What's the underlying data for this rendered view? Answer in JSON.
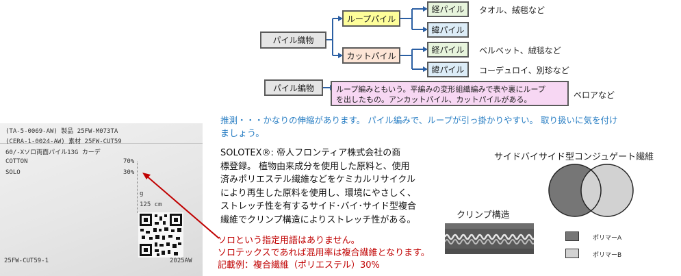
{
  "tree": {
    "root_label": "パイル織物",
    "loop_pile": "ループパイル",
    "cut_pile": "カットパイル",
    "warp_pile_1": "経パイル",
    "weft_pile_1": "緯パイル",
    "warp_pile_2": "経パイル",
    "weft_pile_2": "緯パイル",
    "note_1": "タオル、絨毯など",
    "note_2": "ベルベット、絨毯など",
    "note_3": "コーデュロイ、別珍など"
  },
  "knit": {
    "label": "パイル編物",
    "desc_line1": "ループ編みともいう。平編みの変形組織編みで表や裏にループ",
    "desc_line2": "を出したもの。アンカットパイル、カットパイルがある。",
    "example": "ベロアなど"
  },
  "guess": {
    "line1": "推測・・・かなりの伸縮があります。 パイル編みで、ループが引っ掛かりやすい。 取り扱いに気を付け",
    "line2": "ましょう。"
  },
  "solotex": {
    "lines": [
      "SOLOTEX®: 帝人フロンティア株式会社の商",
      "標登録。 植物由来成分を使用した原料と、使用",
      "済みポリエステル繊維などをケミカルリサイクル",
      "により再生した原料を使用し、環境にやさしく、",
      "ストレッチ性を有するサイド･バイ･サイド型複合",
      "繊維でクリンプ構造によりストレッチ性がある。"
    ]
  },
  "crimp": {
    "title": "クリンプ構造"
  },
  "conjugate": {
    "title": "サイドバイサイド型コンジュゲート繊維",
    "legend_a": "ポリマーA",
    "legend_b": "ポリマーB",
    "color_a": "#767676",
    "color_b": "#d2d2d2"
  },
  "label": {
    "line1": "(TA-5-0069-AW) 製品 25FW-M073TA",
    "line2": "(CERA-1-0024-AW) 素材 25FW-CUT59",
    "line3": "60/-Xソロ両面パイル13G カーデ",
    "cotton": "COTTON",
    "cotton_pct": "70%",
    "solo": "SOLO",
    "solo_pct": "30%",
    "g": "g",
    "width": "125 cm",
    "code": "25FW-CUT59-1",
    "season": "2025AW"
  },
  "warning": {
    "line1": "ソロという指定用語はありません。",
    "line2": "ソロテックスであれば混用率は複合繊維となります。",
    "line3": "記載例：複合繊維（ポリエステル）30%"
  },
  "colors": {
    "yellow": "#fefe9a",
    "peach": "#fde5d6",
    "green": "#e7f4dc",
    "blue": "#dcecf7",
    "grey": "#e5e5e5",
    "pink": "#f7d7f3",
    "red": "#c00000"
  }
}
